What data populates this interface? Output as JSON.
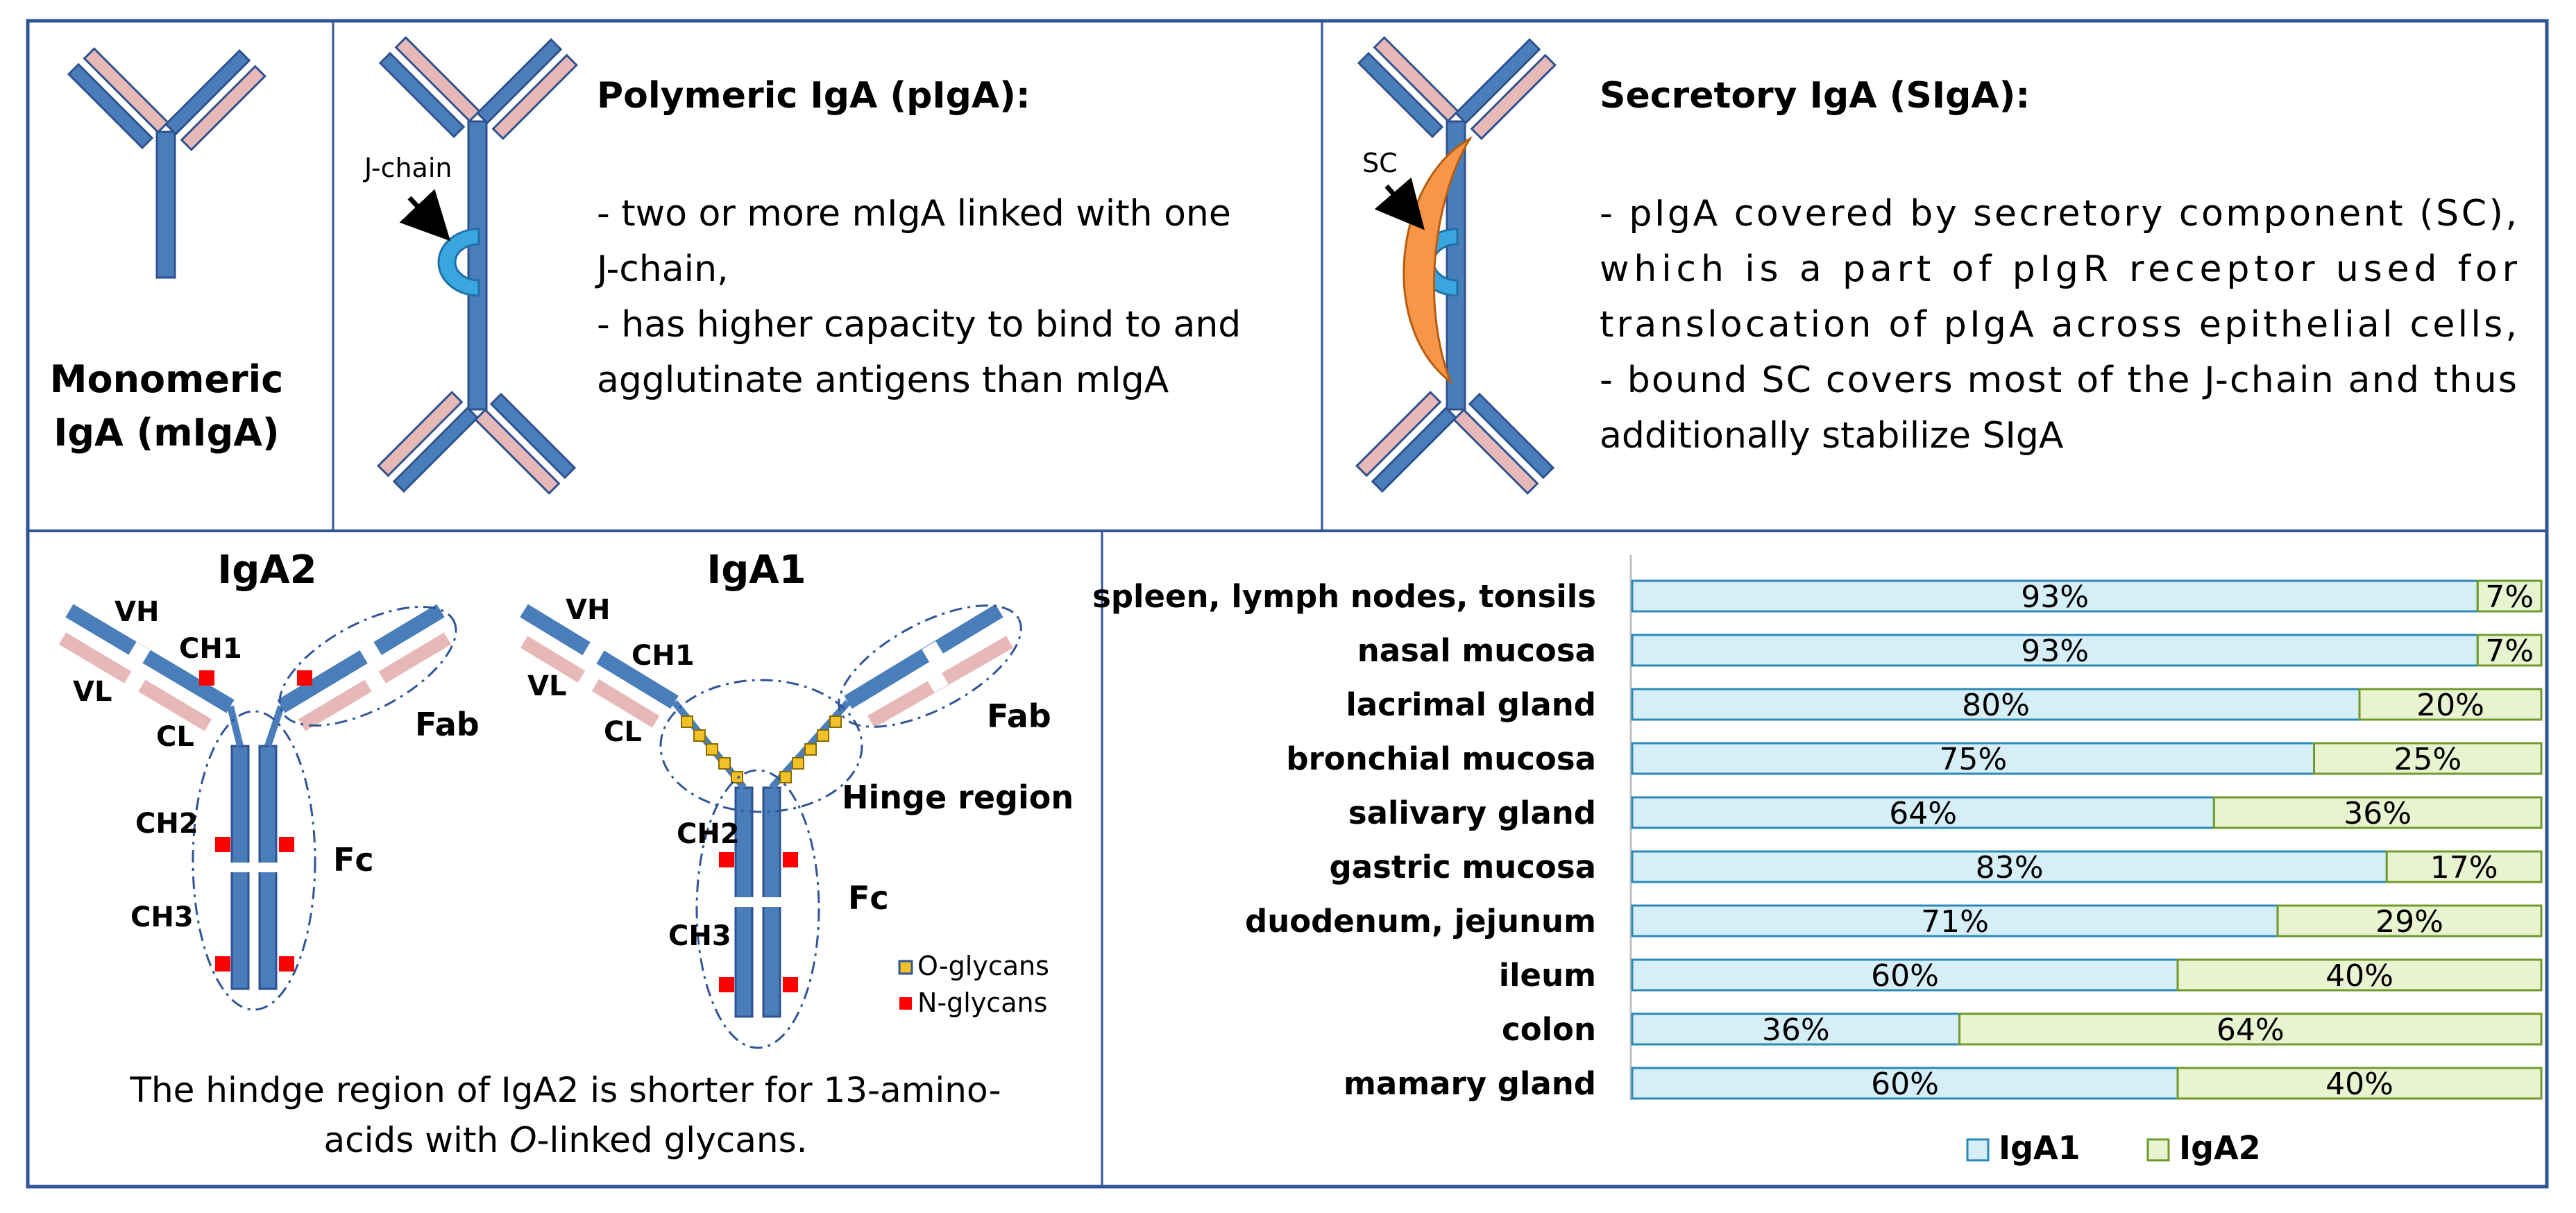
{
  "panels": {
    "monomeric": {
      "title_line1": "Monomeric",
      "title_line2": "IgA (mIgA)"
    },
    "polymeric": {
      "title": "Polymeric IgA (pIgA):",
      "jchain_label": "J-chain",
      "lines": [
        "- two or more mIgA linked with one",
        "J-chain,",
        "- has higher capacity to bind to and",
        "agglutinate antigens than mIgA"
      ]
    },
    "secretory": {
      "title": "Secretory IgA (SIgA):",
      "sc_label": "SC",
      "lines": [
        "- pIgA covered by secretory component (SC),",
        "which is a part of pIgR receptor used for",
        "translocation of pIgA across epithelial cells,",
        "- bound SC covers most of the J-chain and thus",
        "additionally stabilize SIgA"
      ]
    },
    "structure": {
      "iga2_title": "IgA2",
      "iga1_title": "IgA1",
      "vh": "VH",
      "vl": "VL",
      "ch1": "CH1",
      "cl": "CL",
      "ch2": "CH2",
      "ch3": "CH3",
      "fab": "Fab",
      "fc": "Fc",
      "hinge": "Hinge region",
      "legend_o": "O-glycans",
      "legend_n": "N-glycans",
      "caption_line1": "The hindge region of IgA2 is shorter for 13-amino-",
      "caption_line2_pre": "acids with ",
      "caption_line2_italic": "O",
      "caption_line2_post": "-linked glycans."
    }
  },
  "colors": {
    "frame": "#2f5597",
    "heavy_chain": "#4a7ebb",
    "light_chain": "#e6b9b8",
    "jchain": "#3aa6e0",
    "sc": "#f79646",
    "o_glycan": "#f2c028",
    "n_glycan": "#ff0000",
    "iga1_bar": "#d5eef8",
    "iga2_bar": "#e9f3cf"
  },
  "chart_data": {
    "type": "bar",
    "orientation": "horizontal",
    "stacked": "100%",
    "categories": [
      "spleen, lymph nodes, tonsils",
      "nasal mucosa",
      "lacrimal gland",
      "bronchial mucosa",
      "salivary gland",
      "gastric mucosa",
      "duodenum, jejunum",
      "ileum",
      "colon",
      "mamary gland"
    ],
    "series": [
      {
        "name": "IgA1",
        "values": [
          93,
          93,
          80,
          75,
          64,
          83,
          71,
          60,
          36,
          60
        ],
        "labels": [
          "93%",
          "93%",
          "80%",
          "75%",
          "64%",
          "83%",
          "71%",
          "60%",
          "36%",
          "60%"
        ]
      },
      {
        "name": "IgA2",
        "values": [
          7,
          7,
          20,
          25,
          36,
          17,
          29,
          40,
          64,
          40
        ],
        "labels": [
          "7%",
          "7%",
          "20%",
          "25%",
          "36%",
          "17%",
          "29%",
          "40%",
          "64%",
          "40%"
        ]
      }
    ],
    "xlim": [
      0,
      100
    ],
    "legend_position": "bottom",
    "grid": false
  }
}
